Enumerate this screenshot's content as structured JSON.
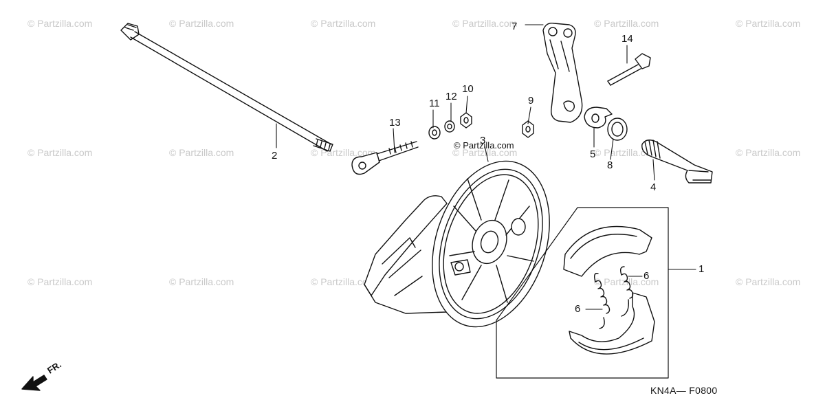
{
  "watermark_text": "© Partzilla.com",
  "diagram_code": "KN4A— F0800",
  "direction_label": "FR.",
  "callouts": [
    "1",
    "2",
    "3",
    "4",
    "5",
    "6",
    "6",
    "7",
    "8",
    "9",
    "10",
    "11",
    "12",
    "13",
    "14"
  ],
  "colors": {
    "line": "#111111",
    "watermark": "#c9c9c9",
    "background": "#ffffff"
  }
}
